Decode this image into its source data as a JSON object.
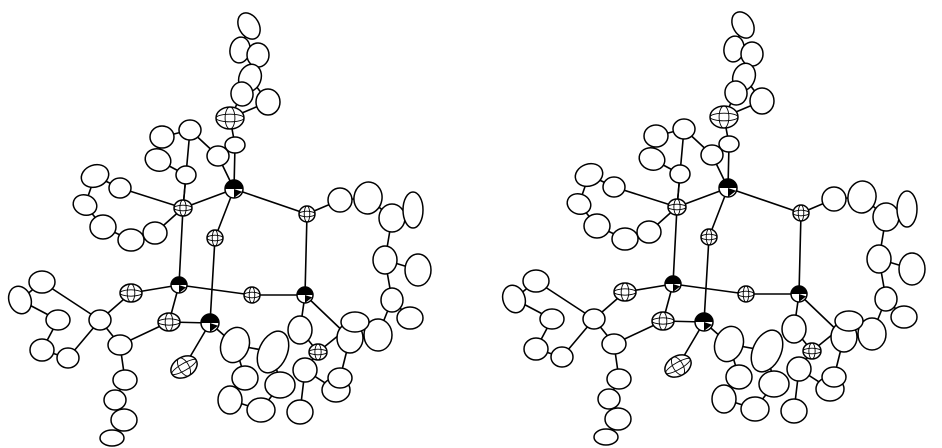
{
  "figure": {
    "kind": "stereo-pair ORTEP molecular structure drawing",
    "panels": [
      "left-view",
      "right-view"
    ],
    "colors": {
      "ink": "#000000",
      "background": "#ffffff"
    }
  }
}
